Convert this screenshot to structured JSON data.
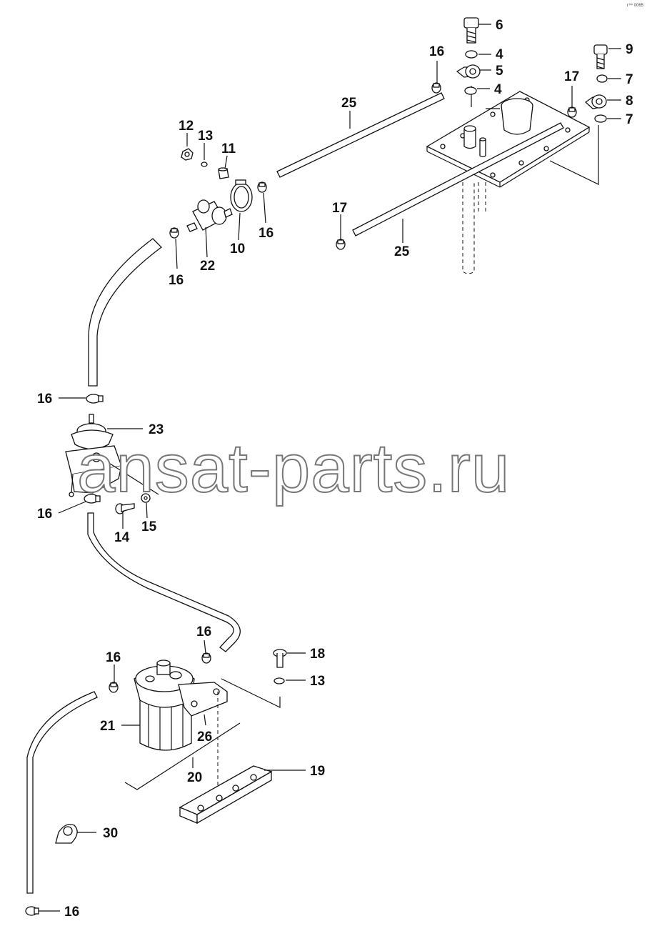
{
  "watermark": "ansat-parts.ru",
  "corner_mark": "r™ 0065",
  "callouts": {
    "c6": "6",
    "c4a": "4",
    "c5": "5",
    "c4b": "4",
    "c9": "9",
    "c7a": "7",
    "c8": "8",
    "c7b": "7",
    "c16a": "16",
    "c17a": "17",
    "c25a": "25",
    "c25b": "25",
    "c17b": "17",
    "c12": "12",
    "c13a": "13",
    "c11": "11",
    "c10": "10",
    "c16b": "16",
    "c22": "22",
    "c16c": "16",
    "c16d": "16",
    "c23": "23",
    "c16e": "16",
    "c14": "14",
    "c15": "15",
    "c16f": "16",
    "c18": "18",
    "c16g": "16",
    "c13b": "13",
    "c21": "21",
    "c26": "26",
    "c20": "20",
    "c19": "19",
    "c30": "30",
    "c16h": "16"
  }
}
